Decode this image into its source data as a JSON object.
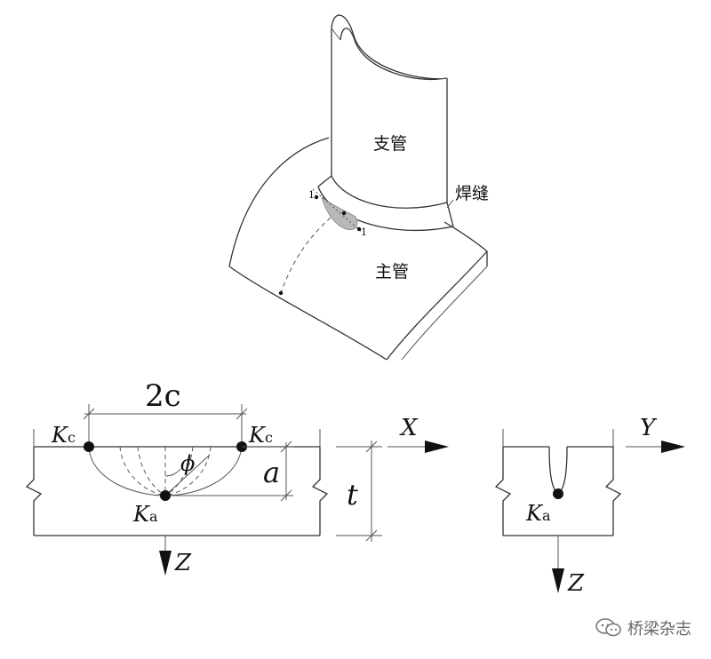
{
  "top_figure": {
    "branch_pipe_label": "支管",
    "weld_label": "焊缝",
    "main_pipe_label": "主管",
    "section_marker_left": "1",
    "section_marker_right": "1"
  },
  "crack_section_xz": {
    "width_label": "2c",
    "depth_label": "a",
    "angle_label": "ϕ",
    "thickness_label": "t",
    "x_axis_label": "X",
    "z_axis_label": "Z",
    "surface_point_letter": "K",
    "surface_point_sub": "c",
    "deepest_point_letter": "K",
    "deepest_point_sub": "a"
  },
  "crack_section_yz": {
    "y_axis_label": "Y",
    "z_axis_label": "Z",
    "deepest_point_letter": "K",
    "deepest_point_sub": "a"
  },
  "watermark": {
    "text": "桥梁杂志",
    "icon": "wechat-icon"
  },
  "colors": {
    "line": "#333333",
    "weld_fill": "#b8b8b8",
    "marker": "#111111"
  }
}
